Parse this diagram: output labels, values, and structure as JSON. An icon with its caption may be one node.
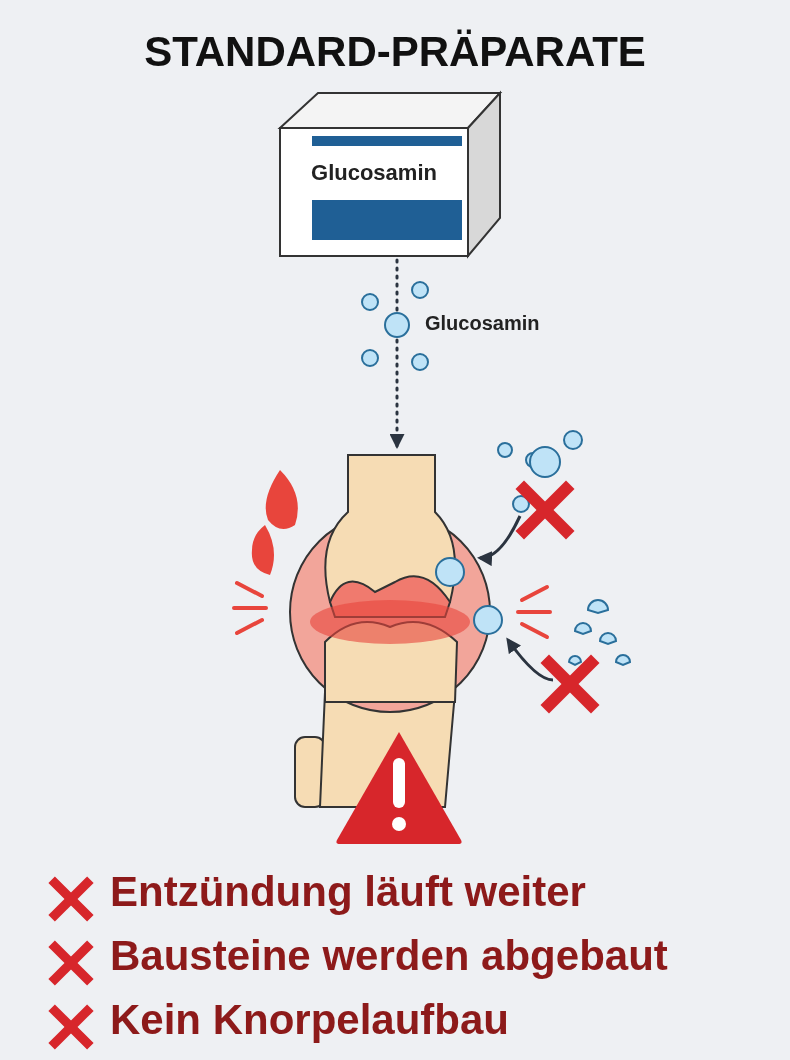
{
  "diagram": {
    "title": "STANDARD-PRÄPARATE",
    "nodes": [
      {
        "text": [
          "Glucosamin"
        ]
      },
      {
        "text": [],
        "shape": "picture"
      },
      {
        "text": [],
        "shape": "picture"
      },
      {
        "text": [],
        "shape": "picture"
      }
    ],
    "edges": [
      {
        "from": 0,
        "to": 1,
        "arrow": "to",
        "style": "dashed"
      },
      {
        "from": 2,
        "to": 1,
        "arrow": "to"
      },
      {
        "from": 3,
        "to": 1,
        "arrow": "to"
      }
    ],
    "labels": [
      "Glucosamin",
      "Entzündung läuft weiter",
      "Bausteine werden abgebaut",
      "Kein Knorpelaufbau"
    ]
  }
}
